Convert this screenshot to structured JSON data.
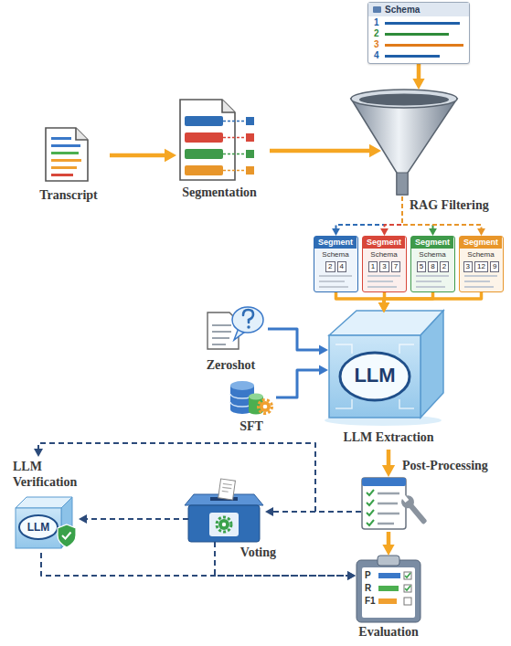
{
  "diagram": {
    "nodes": [
      {
        "text": [
          "Schema",
          "1",
          "2",
          "3",
          "4"
        ]
      },
      {
        "text": [
          "Transcript"
        ]
      },
      {
        "text": [
          "Segmentation"
        ]
      },
      {
        "text": [
          "RAG Filtering"
        ]
      },
      {
        "text": [
          "Segment",
          "Schema",
          "2",
          "4"
        ]
      },
      {
        "text": [
          "Segment",
          "Schema",
          "1",
          "3",
          "7"
        ]
      },
      {
        "text": [
          "Segment",
          "Schema",
          "5",
          "8",
          "2"
        ]
      },
      {
        "text": [
          "Segment",
          "Schema",
          "3",
          "12",
          "9"
        ]
      },
      {
        "text": [
          "Zeroshot"
        ]
      },
      {
        "text": [
          "SFT"
        ]
      },
      {
        "text": [
          "LLM",
          "LLM Extraction"
        ]
      },
      {
        "text": [
          "Post-Processing"
        ]
      },
      {
        "text": [
          "Voting"
        ]
      },
      {
        "text": [
          "LLM Verification",
          "LLM"
        ]
      },
      {
        "text": [
          "P",
          "R",
          "F1",
          "Evaluation"
        ]
      }
    ],
    "edges": [
      {
        "from": 1,
        "to": 2,
        "arrow": "to"
      },
      {
        "from": 2,
        "to": 3,
        "arrow": "to"
      },
      {
        "from": 0,
        "to": 3,
        "arrow": "to"
      },
      {
        "from": 3,
        "to": 4,
        "arrow": "to"
      },
      {
        "from": 3,
        "to": 5,
        "arrow": "to"
      },
      {
        "from": 3,
        "to": 6,
        "arrow": "to"
      },
      {
        "from": 3,
        "to": 7,
        "arrow": "to"
      },
      {
        "from": 4,
        "to": 10,
        "arrow": "to"
      },
      {
        "from": 5,
        "to": 10,
        "arrow": "to"
      },
      {
        "from": 6,
        "to": 10,
        "arrow": "to"
      },
      {
        "from": 7,
        "to": 10,
        "arrow": "to"
      },
      {
        "from": 8,
        "to": 10,
        "arrow": "to"
      },
      {
        "from": 9,
        "to": 10,
        "arrow": "to"
      },
      {
        "from": 10,
        "to": 11,
        "arrow": "to"
      },
      {
        "from": 11,
        "to": 14,
        "arrow": "to"
      },
      {
        "from": 11,
        "to": 12,
        "arrow": "to"
      },
      {
        "from": 11,
        "to": 13,
        "arrow": "to"
      },
      {
        "from": 12,
        "to": 13,
        "arrow": "to"
      },
      {
        "from": 13,
        "to": 14,
        "arrow": "to"
      },
      {
        "from": 12,
        "to": 14,
        "arrow": "to"
      }
    ]
  }
}
